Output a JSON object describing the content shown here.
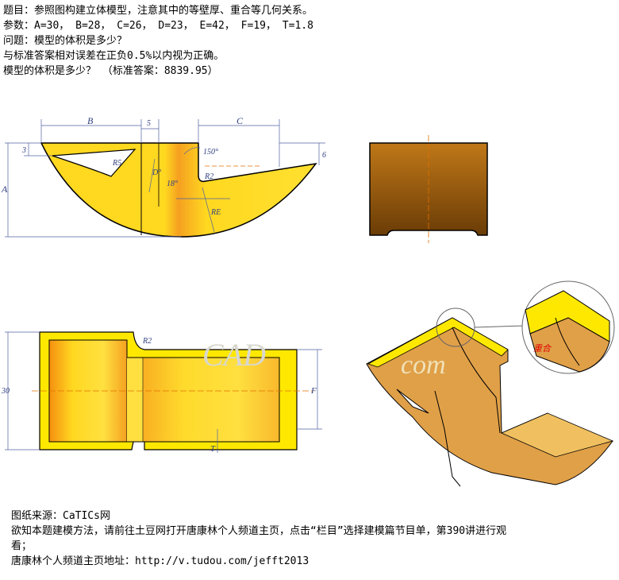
{
  "problem": {
    "title": "题目：参照图构建立体模型，注意其中的等壁厚、重合等几何关系。",
    "params": "参数：A=30， B=28， C=26， D=23， E=42， F=19， T=1.8",
    "question": "问题：模型的体积是多少？",
    "tolerance": "与标准答案相对误差在正负0.5%以内视为正确。",
    "answer_line": "模型的体积是多少？ （标准答案：8839.95）"
  },
  "drawing_labels": {
    "B": "B",
    "five": "5",
    "C": "C",
    "three": "3",
    "six": "6",
    "A": "A",
    "R5": "R5",
    "D": "D°",
    "angle150": "150°",
    "R2": "R2",
    "angle18": "18°",
    "RE": "RE",
    "thirty": "30",
    "F": "F",
    "T": "T",
    "R2_top": "R2",
    "coincide": "重合"
  },
  "watermark": [
    "CAD",
    "com"
  ],
  "footer": {
    "source": "图纸来源：CaTICs网",
    "instruction_1": "欲知本题建模方法，请前往土豆网打开唐康林个人频道主页，点击“栏目”选择建模篇节目单，第390讲进行观",
    "instruction_2": "看；",
    "homepage": "唐康林个人频道主页地址：http://v.tudou.com/jefft2013"
  },
  "colors": {
    "part": "#ffd820",
    "edge": "#000000",
    "side_dark": "#7a4a08",
    "side_light": "#c98a1c",
    "iso_face": "#e0a048",
    "iso_edge": "#ffe800"
  }
}
